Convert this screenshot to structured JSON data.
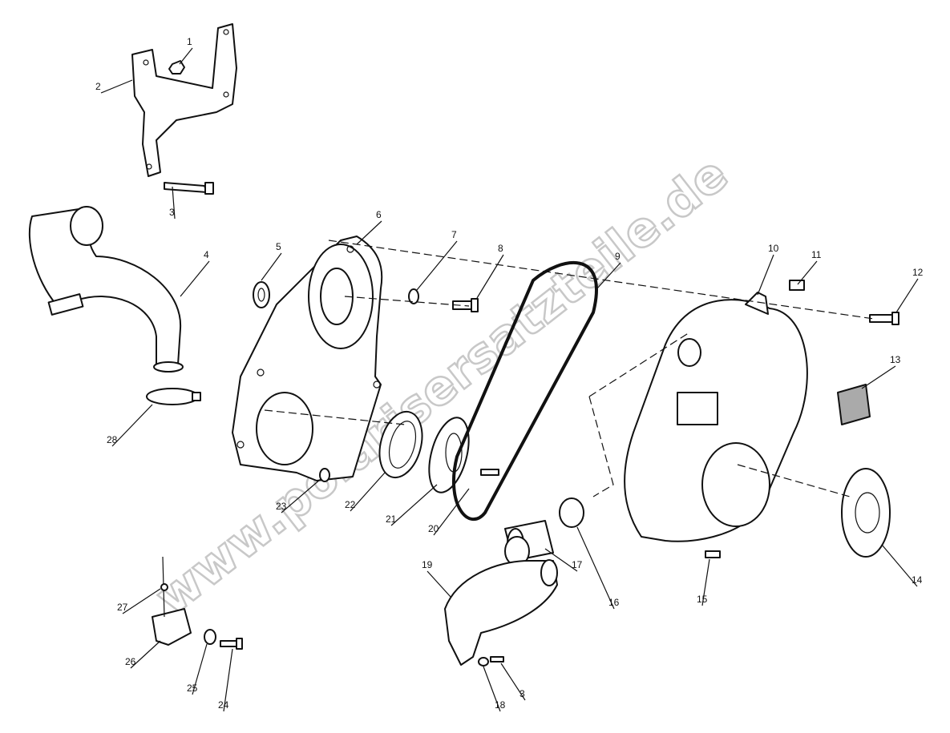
{
  "watermark": "www.polarisersatzteile.de",
  "callouts": [
    "1",
    "2",
    "3",
    "4",
    "5",
    "6",
    "7",
    "8",
    "9",
    "10",
    "11",
    "12",
    "13",
    "14",
    "15",
    "16",
    "17",
    "18",
    "3",
    "19",
    "20",
    "21",
    "22",
    "23",
    "24",
    "25",
    "26",
    "27",
    "28"
  ]
}
